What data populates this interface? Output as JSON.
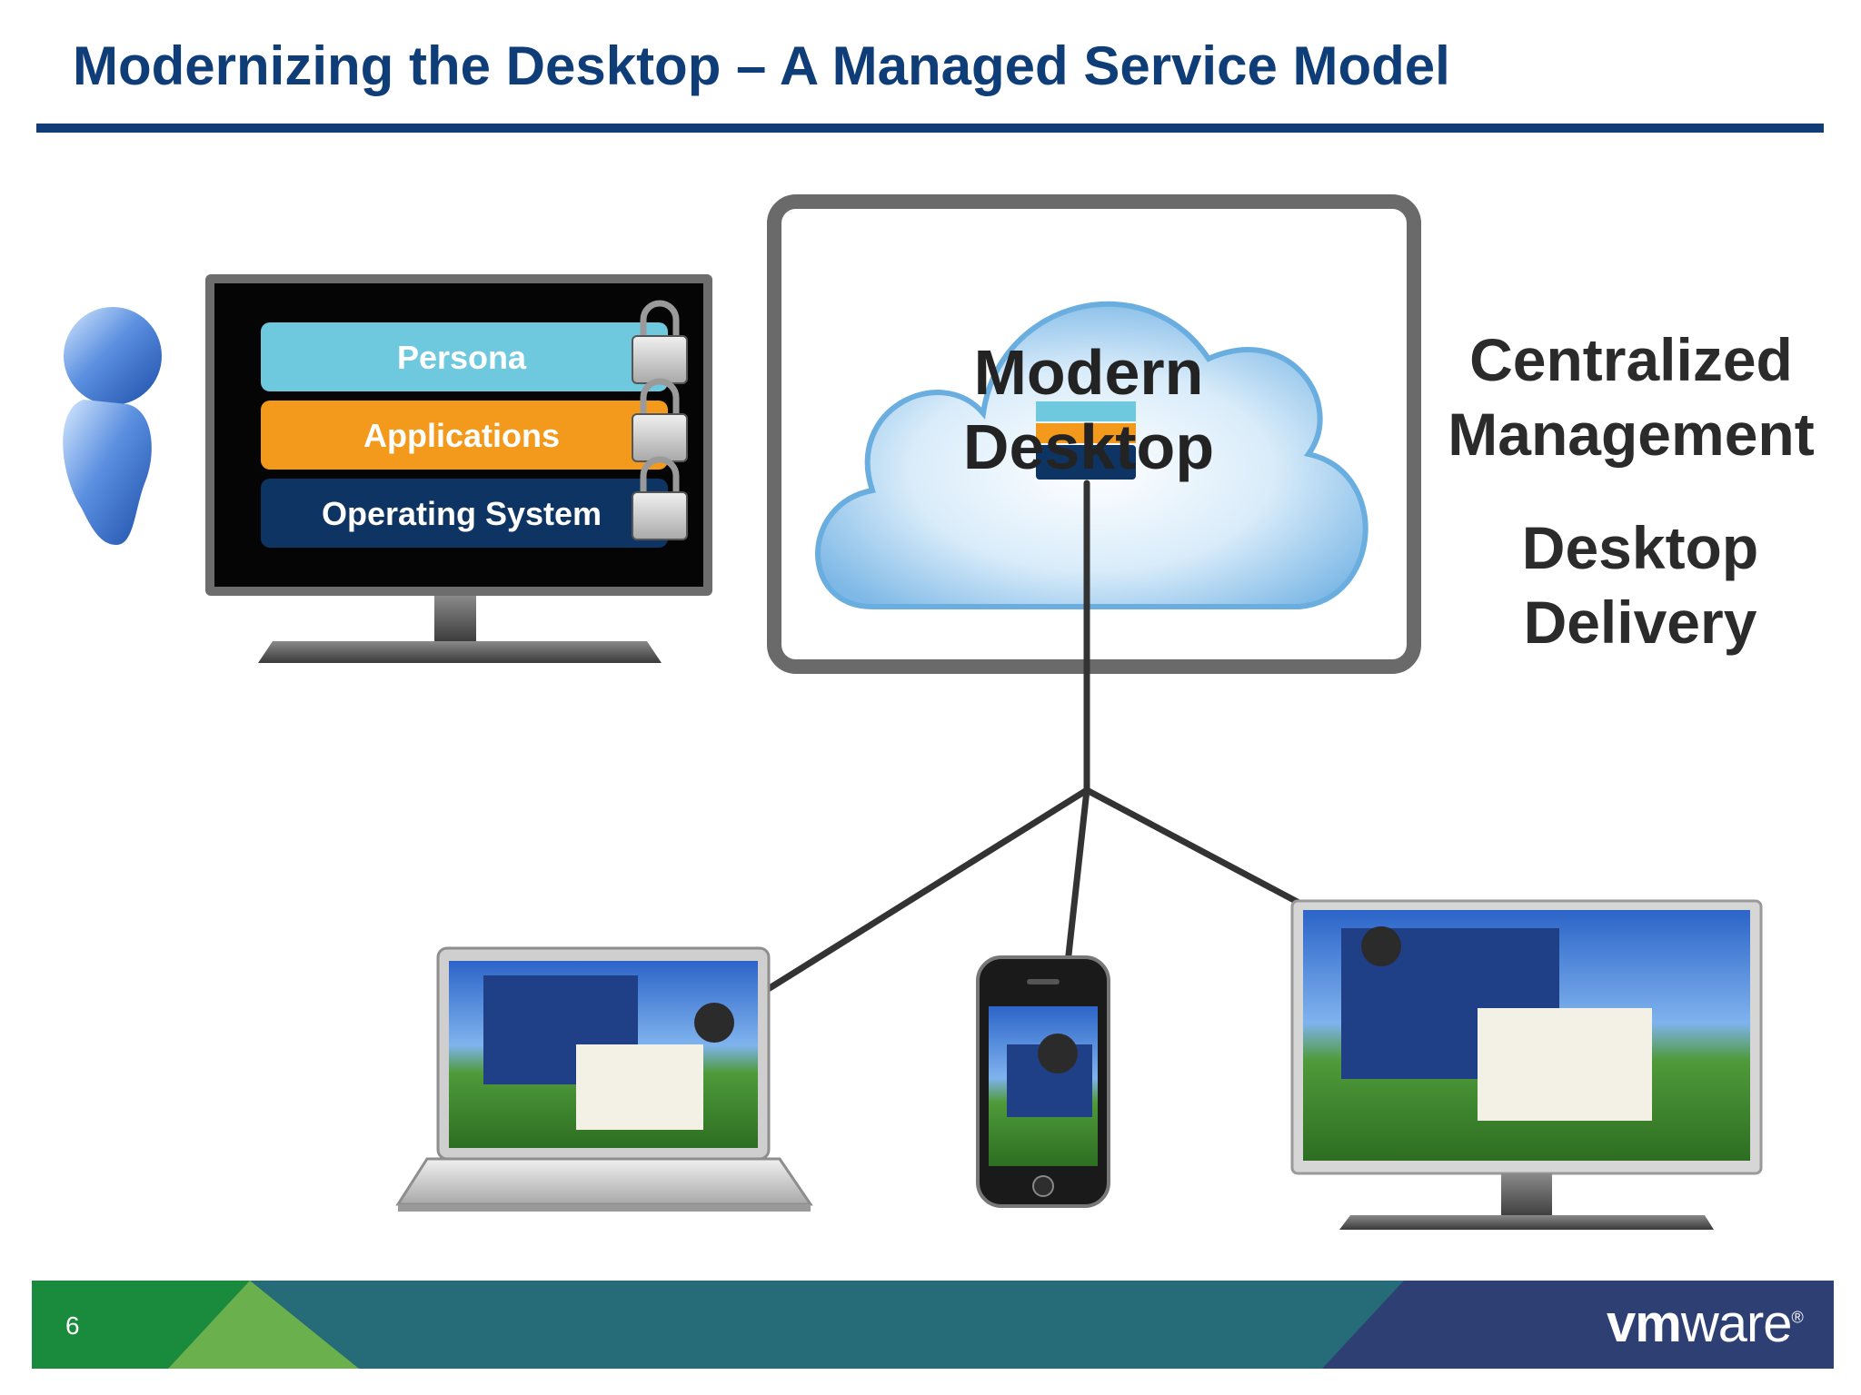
{
  "slide": {
    "title": "Modernizing the Desktop – A Managed Service Model",
    "page_number": "6"
  },
  "stack": {
    "layers": [
      {
        "label": "Persona",
        "color": "#6ec9df"
      },
      {
        "label": "Applications",
        "color": "#f39a1d"
      },
      {
        "label": "Operating System",
        "color": "#0e3463"
      }
    ]
  },
  "cloud": {
    "line1": "Modern",
    "line2": "Desktop"
  },
  "benefits": {
    "centralized_line1": "Centralized",
    "centralized_line2": "Management",
    "delivery_line1": "Desktop",
    "delivery_line2": "Delivery"
  },
  "devices": [
    "laptop-icon",
    "smartphone-icon",
    "monitor-icon"
  ],
  "footer": {
    "logo_vm": "vm",
    "logo_ware": "ware",
    "logo_mark": "®",
    "colors": [
      "#1a8a3c",
      "#6ab04c",
      "#256b78",
      "#2d3f73"
    ]
  },
  "colors": {
    "title": "#0f3d78",
    "line": "#333333"
  }
}
